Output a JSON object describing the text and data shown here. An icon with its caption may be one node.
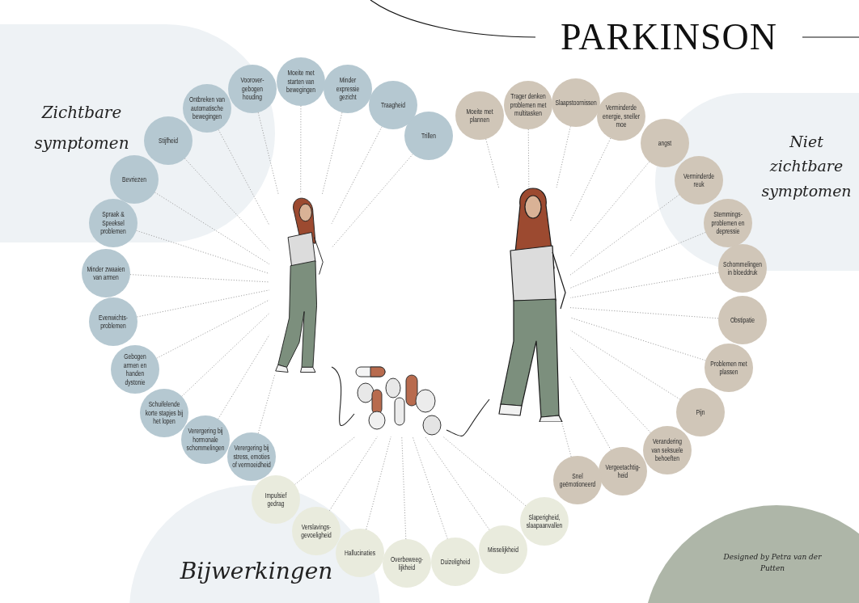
{
  "diagram": {
    "title": "PARKINSON",
    "nodes": [
      {
        "text": [],
        "shape": "picture"
      },
      {
        "text": [],
        "shape": "picture"
      },
      {
        "text": [],
        "shape": "picture"
      },
      {
        "text": [
          "Trillen"
        ]
      },
      {
        "text": [
          "Traagheid"
        ]
      },
      {
        "text": [
          "Minder expressie gezicht"
        ]
      },
      {
        "text": [
          "Moeite met starten van bewegingen"
        ]
      },
      {
        "text": [
          "Voorover-gebogen houding"
        ]
      },
      {
        "text": [
          "Ontbreken van automatische bewegingen"
        ]
      },
      {
        "text": [
          "Stijfheid"
        ]
      },
      {
        "text": [
          "Bevriezen"
        ]
      },
      {
        "text": [
          "Spraak & Speeksel problemen"
        ]
      },
      {
        "text": [
          "Minder zwaaien van armen"
        ]
      },
      {
        "text": [
          "Evenwichts-problemen"
        ]
      },
      {
        "text": [
          "Gebogen armen en handen dystonie"
        ]
      },
      {
        "text": [
          "Schuifelende korte stapjes bij het lopen"
        ]
      },
      {
        "text": [
          "Verergering bij hormonale schommelingen"
        ]
      },
      {
        "text": [
          "Verergering bij stress, emoties of vermoeidheid"
        ]
      },
      {
        "text": [
          "Moeite met plannen"
        ]
      },
      {
        "text": [
          "Trager denken problemen met multitasken"
        ]
      },
      {
        "text": [
          "Slaapstoornissen"
        ]
      },
      {
        "text": [
          "Verminderde energie, sneller moe"
        ]
      },
      {
        "text": [
          "angst"
        ]
      },
      {
        "text": [
          "Verminderde reuk"
        ]
      },
      {
        "text": [
          "Stemmings-problemen en depressie"
        ]
      },
      {
        "text": [
          "Schommelingen in bloeddruk"
        ]
      },
      {
        "text": [
          "Obstipatie"
        ]
      },
      {
        "text": [
          "Problemen met plassen"
        ]
      },
      {
        "text": [
          "Pijn"
        ]
      },
      {
        "text": [
          "Verandering van seksuele behoeften"
        ]
      },
      {
        "text": [
          "Vergeetachtig-heid"
        ]
      },
      {
        "text": [
          "Snel geëmotioneerd"
        ]
      },
      {
        "text": [
          "Impulsief gedrag"
        ]
      },
      {
        "text": [
          "Verslavings-gevoeligheid"
        ]
      },
      {
        "text": [
          "Hallucinaties"
        ]
      },
      {
        "text": [
          "Overbeweeg-lijkheid"
        ]
      },
      {
        "text": [
          "Duizeligheid"
        ]
      },
      {
        "text": [
          "Misselijkheid"
        ]
      },
      {
        "text": [
          "Slaperigheid, slaapaanvallen"
        ]
      }
    ],
    "edges": [
      {
        "from": 3,
        "to": 0,
        "arrow": "none",
        "style": "dashed"
      },
      {
        "from": 4,
        "to": 0,
        "arrow": "none",
        "style": "dashed"
      },
      {
        "from": 5,
        "to": 0,
        "arrow": "none",
        "style": "dashed"
      },
      {
        "from": 6,
        "to": 0,
        "arrow": "none",
        "style": "dashed"
      },
      {
        "from": 7,
        "to": 0,
        "arrow": "none",
        "style": "dashed"
      },
      {
        "from": 8,
        "to": 0,
        "arrow": "none",
        "style": "dashed"
      },
      {
        "from": 9,
        "to": 0,
        "arrow": "none",
        "style": "dashed"
      },
      {
        "from": 10,
        "to": 0,
        "arrow": "none",
        "style": "dashed"
      },
      {
        "from": 11,
        "to": 0,
        "arrow": "none",
        "style": "dashed"
      },
      {
        "from": 12,
        "to": 0,
        "arrow": "none",
        "style": "dashed"
      },
      {
        "from": 13,
        "to": 0,
        "arrow": "none",
        "style": "dashed"
      },
      {
        "from": 14,
        "to": 0,
        "arrow": "none",
        "style": "dashed"
      },
      {
        "from": 15,
        "to": 0,
        "arrow": "none",
        "style": "dashed"
      },
      {
        "from": 16,
        "to": 0,
        "arrow": "none",
        "style": "dashed"
      },
      {
        "from": 17,
        "to": 0,
        "arrow": "none",
        "style": "dashed"
      },
      {
        "from": 18,
        "to": 1,
        "arrow": "none",
        "style": "dashed"
      },
      {
        "from": 19,
        "to": 1,
        "arrow": "none",
        "style": "dashed"
      },
      {
        "from": 20,
        "to": 1,
        "arrow": "none",
        "style": "dashed"
      },
      {
        "from": 21,
        "to": 1,
        "arrow": "none",
        "style": "dashed"
      },
      {
        "from": 22,
        "to": 1,
        "arrow": "none",
        "style": "dashed"
      },
      {
        "from": 23,
        "to": 1,
        "arrow": "none",
        "style": "dashed"
      },
      {
        "from": 24,
        "to": 1,
        "arrow": "none",
        "style": "dashed"
      },
      {
        "from": 25,
        "to": 1,
        "arrow": "none",
        "style": "dashed"
      },
      {
        "from": 26,
        "to": 1,
        "arrow": "none",
        "style": "dashed"
      },
      {
        "from": 27,
        "to": 1,
        "arrow": "none",
        "style": "dashed"
      },
      {
        "from": 28,
        "to": 1,
        "arrow": "none",
        "style": "dashed"
      },
      {
        "from": 29,
        "to": 1,
        "arrow": "none",
        "style": "dashed"
      },
      {
        "from": 30,
        "to": 1,
        "arrow": "none",
        "style": "dashed"
      },
      {
        "from": 31,
        "to": 1,
        "arrow": "none",
        "style": "dashed"
      },
      {
        "from": 32,
        "to": 2,
        "arrow": "none",
        "style": "dashed"
      },
      {
        "from": 33,
        "to": 2,
        "arrow": "none",
        "style": "dashed"
      },
      {
        "from": 34,
        "to": 2,
        "arrow": "none",
        "style": "dashed"
      },
      {
        "from": 35,
        "to": 2,
        "arrow": "none",
        "style": "dashed"
      },
      {
        "from": 36,
        "to": 2,
        "arrow": "none",
        "style": "dashed"
      },
      {
        "from": 37,
        "to": 2,
        "arrow": "none",
        "style": "dashed"
      },
      {
        "from": 38,
        "to": 2,
        "arrow": "none",
        "style": "dashed"
      },
      {
        "from": 0,
        "to": 2,
        "arrow": "none",
        "color": "#222222"
      },
      {
        "from": 2,
        "to": 1,
        "arrow": "none",
        "color": "#222222"
      }
    ],
    "labels": [
      "Zichtbare symptomen",
      "Niet zichtbare symptomen",
      "Bijwerkingen",
      "Designed by Petra van der Putten"
    ]
  }
}
